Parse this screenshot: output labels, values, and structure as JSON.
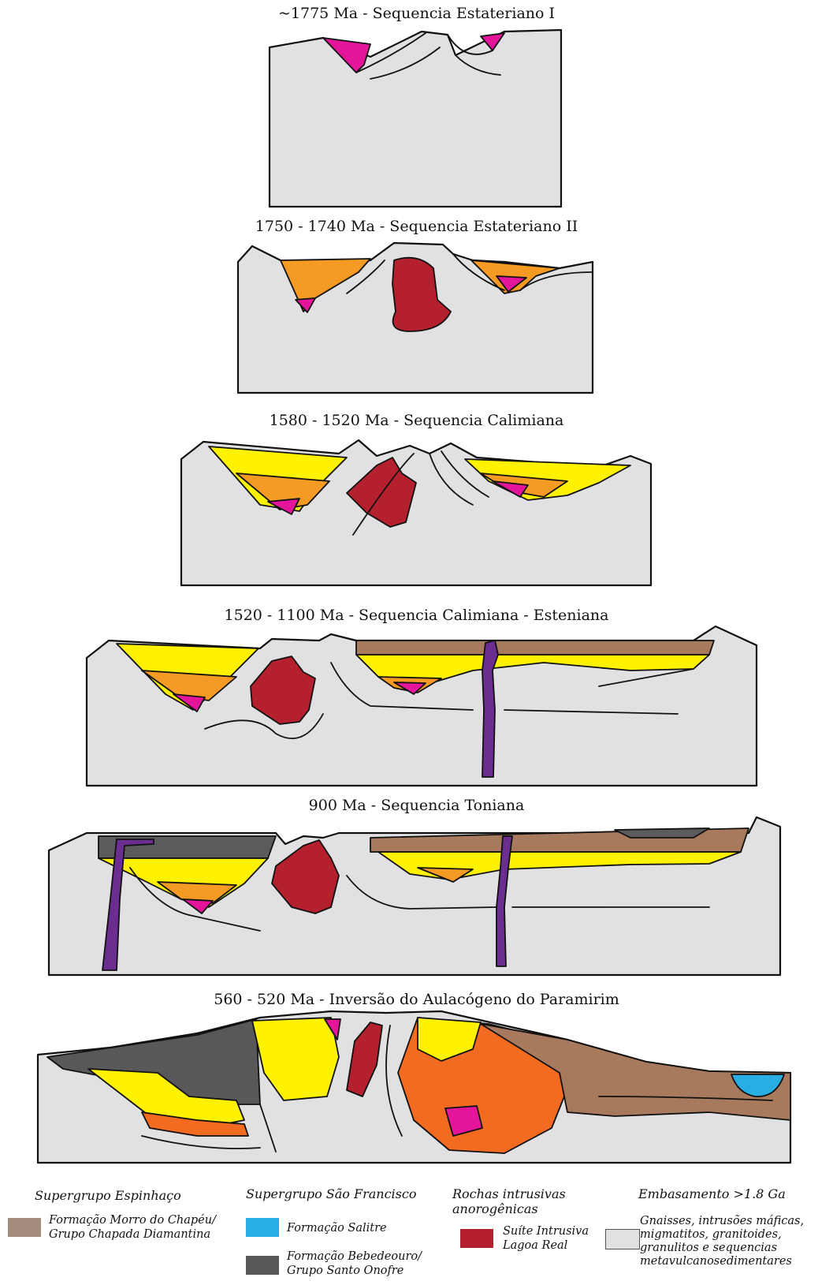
{
  "colors": {
    "embasamento": "#e1e1e3",
    "estateriano_i": "#e4159a",
    "estateriano_ii": "#f59a22",
    "calimiana": "#fff200",
    "esteniana": "#a7795d",
    "toniana": "#5b5b5e",
    "salitre": "#29aee3",
    "lagoa_real": "#b5202e",
    "dique": "#6b2d90",
    "morro_do_chapeu": "#a38b7c",
    "bebedouro": "#58585b",
    "deformed_orange": "#f26b21"
  },
  "panels": [
    {
      "title": "~1775 Ma - Sequencia Estateriano I"
    },
    {
      "title": "1750 - 1740 Ma - Sequencia Estateriano II"
    },
    {
      "title": "1580 - 1520 Ma - Sequencia Calimiana"
    },
    {
      "title": "1520 - 1100 Ma - Sequencia Calimiana - Esteniana"
    },
    {
      "title": "900 Ma - Sequencia Toniana"
    },
    {
      "title": "560 - 520 Ma - Inversão do Aulacógeno do Paramirim"
    }
  ],
  "legend": {
    "espinhaco": {
      "heading": "Supergrupo Espinhaço",
      "items": [
        {
          "line1": "Formação Morro do Chapéu/",
          "line2": "Grupo Chapada Diamantina",
          "color": "#a38b7c"
        }
      ]
    },
    "sao_francisco": {
      "heading": "Supergrupo São Francisco",
      "items": [
        {
          "line1": "Formação Salitre",
          "color": "#29aee3"
        },
        {
          "line1": "Formação Bebedeouro/",
          "line2": "Grupo Santo Onofre",
          "color": "#58585b"
        }
      ]
    },
    "intrusivas": {
      "heading_line1": "Rochas intrusivas",
      "heading_line2": "anorogênicas",
      "items": [
        {
          "line1": "Suíte Intrusiva",
          "line2": "Lagoa Real",
          "color": "#b5202e"
        }
      ]
    },
    "embasamento": {
      "heading": "Embasamento >1.8 Ga",
      "items": [
        {
          "line1": "Gnaisses, intrusões máficas,",
          "line2": "migmatitos, granitoides,",
          "line3": "granulitos e sequencias",
          "line4": "metavulcanosedimentares",
          "color": "#e1e1e3"
        }
      ]
    }
  }
}
